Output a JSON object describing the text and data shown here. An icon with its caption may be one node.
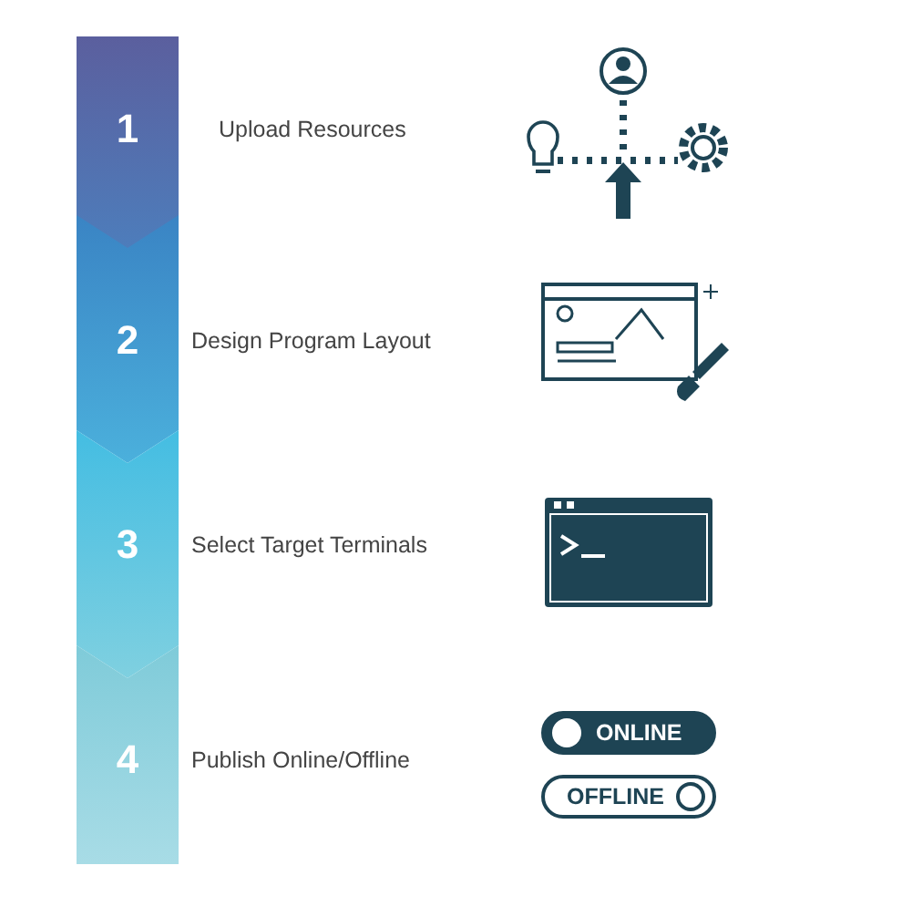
{
  "diagram": {
    "nodes": [
      {
        "text": [
          "1",
          "Upload Resources"
        ]
      },
      {
        "text": [
          "2",
          "Design Program Layout"
        ]
      },
      {
        "text": [
          "3",
          "Select Target Terminals"
        ]
      },
      {
        "text": [
          "4",
          "Publish Online/Offline"
        ]
      },
      {
        "text": [
          "ONLINE"
        ]
      },
      {
        "text": [
          "OFFLINE"
        ]
      }
    ],
    "edges": []
  }
}
